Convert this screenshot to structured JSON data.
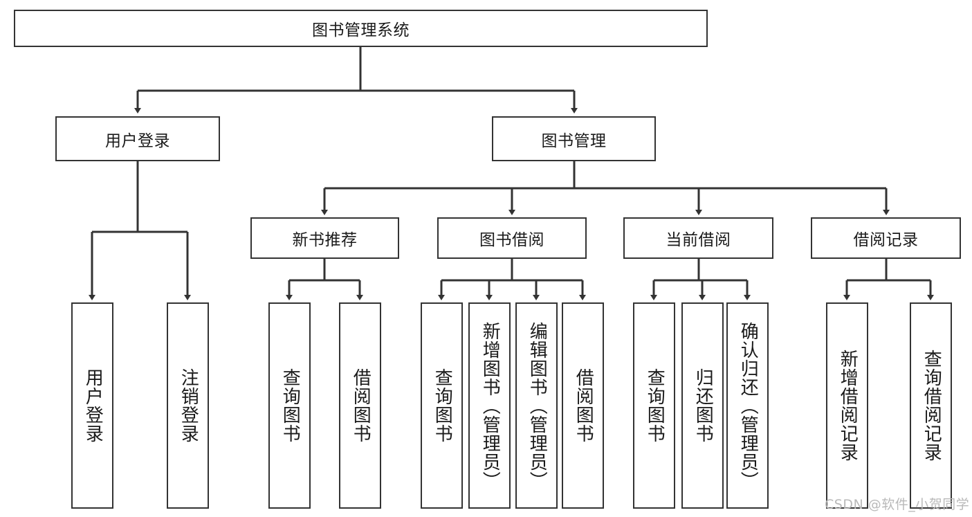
{
  "diagram": {
    "type": "hierarchy-tree",
    "title_node": {
      "label": "图书管理系统"
    },
    "level2": [
      {
        "id": "user-login",
        "label": "用户登录"
      },
      {
        "id": "book-management",
        "label": "图书管理"
      }
    ],
    "level3": [
      {
        "id": "new-book-recommend",
        "label": "新书推荐"
      },
      {
        "id": "book-borrow",
        "label": "图书借阅"
      },
      {
        "id": "current-borrow",
        "label": "当前借阅"
      },
      {
        "id": "borrow-record",
        "label": "借阅记录"
      }
    ],
    "leaves": {
      "user_login": [
        {
          "id": "leaf-user-login",
          "label": "用户登录"
        },
        {
          "id": "leaf-logout-login",
          "label": "注销登录"
        }
      ],
      "new_book_recommend": [
        {
          "id": "leaf-query-book-1",
          "label": "查询图书"
        },
        {
          "id": "leaf-borrow-book-1",
          "label": "借阅图书"
        }
      ],
      "book_borrow": [
        {
          "id": "leaf-query-book-2",
          "label": "查询图书"
        },
        {
          "id": "leaf-add-book",
          "label": "新增图书（管理员）"
        },
        {
          "id": "leaf-edit-book",
          "label": "编辑图书（管理员）"
        },
        {
          "id": "leaf-borrow-book-2",
          "label": "借阅图书"
        }
      ],
      "current_borrow": [
        {
          "id": "leaf-query-book-3",
          "label": "查询图书"
        },
        {
          "id": "leaf-return-book",
          "label": "归还图书"
        },
        {
          "id": "leaf-confirm-return",
          "label": "确认归还（管理员）"
        }
      ],
      "borrow_record": [
        {
          "id": "leaf-add-record",
          "label": "新增借阅记录"
        },
        {
          "id": "leaf-query-record",
          "label": "查询借阅记录"
        }
      ]
    }
  },
  "watermark": {
    "text": "CSDN @软件_小贺同学"
  },
  "colors": {
    "stroke": "#333333",
    "box_fill": "#ffffff",
    "text": "#1a1a1a",
    "watermark": "#b9b9b9"
  }
}
